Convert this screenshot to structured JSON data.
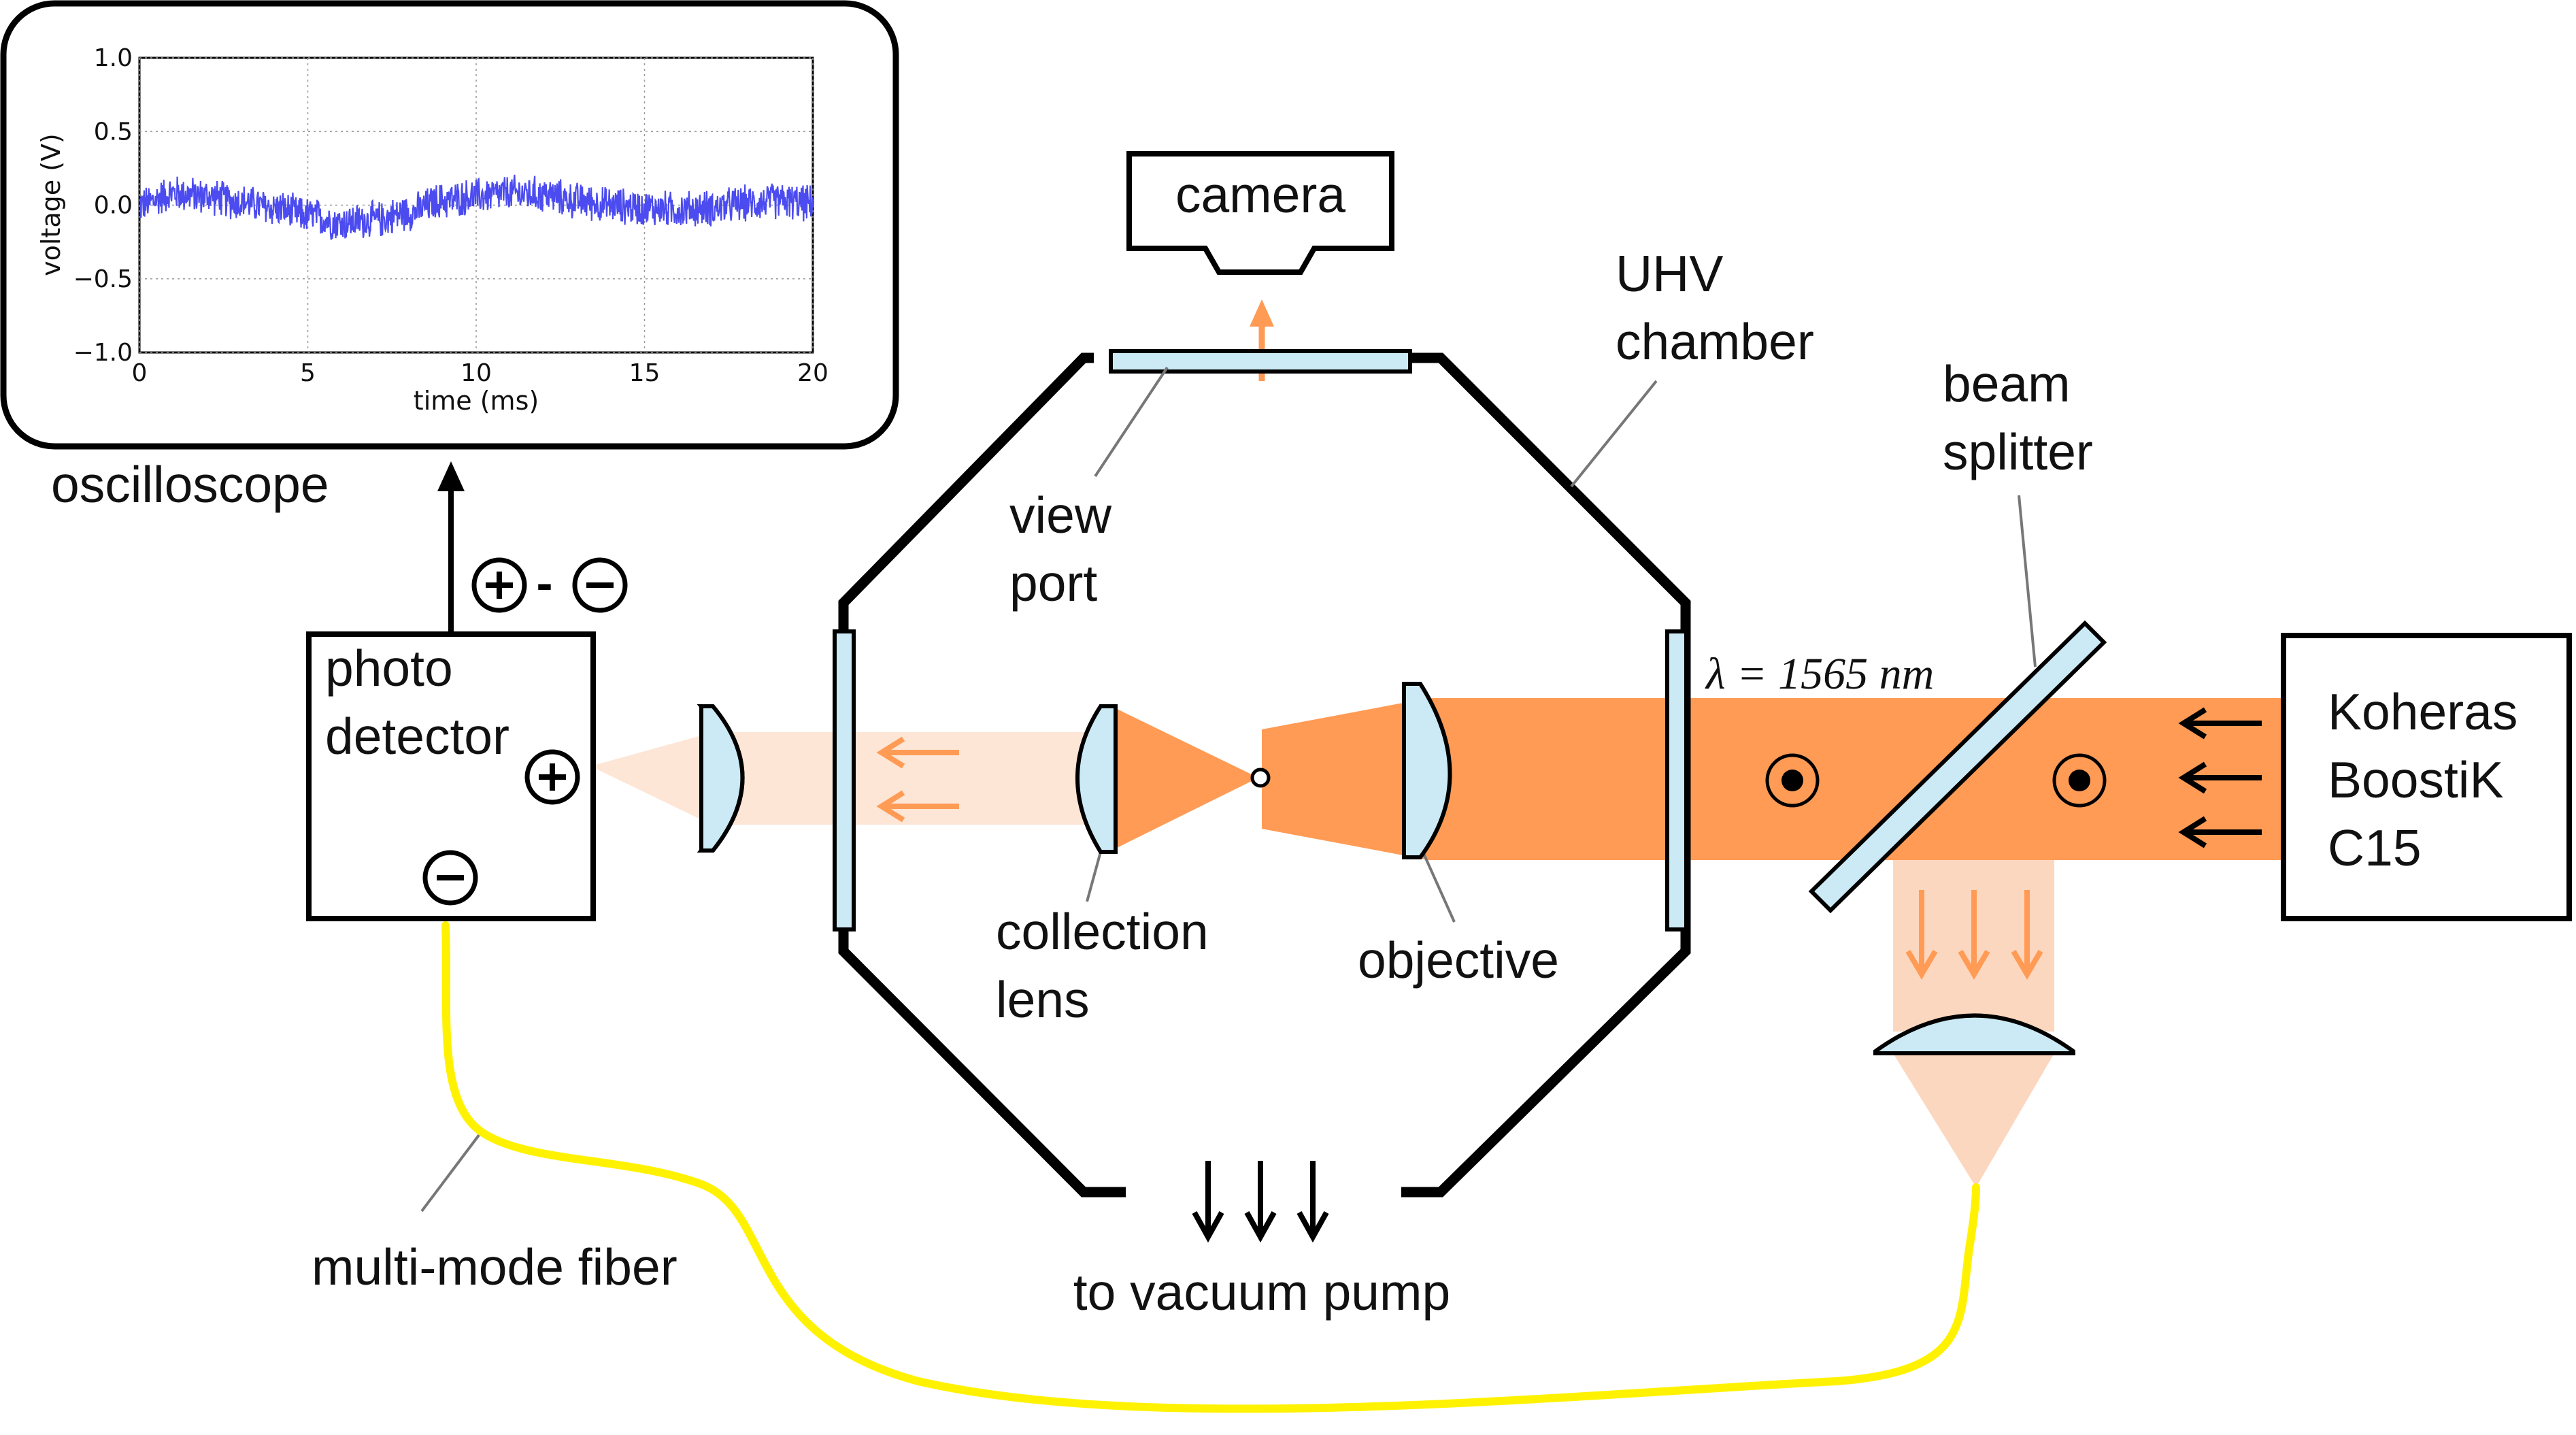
{
  "colors": {
    "beam": "#FF9B55",
    "beam_light": "#FCD7BF",
    "beam_faint": "#FDE6D6",
    "optic": "#CBEAF5",
    "fiber": "#FFF200",
    "trace": "#4B4BF0",
    "chamber": "#000000"
  },
  "labels": {
    "oscilloscope": "oscilloscope",
    "camera": "camera",
    "uhv_line1": "UHV",
    "uhv_line2": "chamber",
    "beam_line1": "beam",
    "beam_line2": "splitter",
    "viewport_line1": "view",
    "viewport_line2": "port",
    "photo_line1": "photo",
    "photo_line2": "detector",
    "collection_line1": "collection",
    "collection_line2": "lens",
    "objective": "objective",
    "koheras_line1": "Koheras",
    "koheras_line2": "BoostiK",
    "koheras_line3": "C15",
    "fiber": "multi-mode fiber",
    "vacuum": "to vacuum pump",
    "wavelength": "λ = 1565 nm",
    "sign_minus": "-"
  },
  "icons": {
    "plus": "plus-circle-icon",
    "minus": "minus-circle-icon",
    "polarization": "dot-circle-icon"
  },
  "chart_data": {
    "type": "line",
    "xlabel": "time (ms)",
    "ylabel": "voltage (V)",
    "xlim": [
      0,
      20
    ],
    "ylim": [
      -1.0,
      1.0
    ],
    "xticks": [
      "0",
      "5",
      "10",
      "15",
      "20"
    ],
    "yticks": [
      "1.0",
      "0.5",
      "0.0",
      "−0.5",
      "−1.0"
    ],
    "grid": true,
    "series": [
      {
        "x": [
          0,
          1,
          2,
          3,
          4,
          5,
          6,
          7,
          8,
          9,
          10,
          11,
          12,
          13,
          14,
          15,
          16,
          17,
          18,
          19,
          20
        ],
        "y": [
          0.0,
          0.08,
          0.06,
          0.02,
          -0.02,
          -0.07,
          -0.12,
          -0.1,
          -0.05,
          0.03,
          0.06,
          0.08,
          0.07,
          0.03,
          0.0,
          -0.02,
          -0.03,
          -0.02,
          0.01,
          0.03,
          0.01
        ],
        "noise_amplitude": 0.14
      }
    ]
  }
}
